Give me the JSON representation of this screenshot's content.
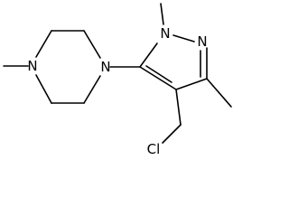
{
  "molecule": {
    "atoms": {
      "piperazine_n_methyl": "N",
      "piperazine_n_aryl": "N",
      "pyrazole_n1": "N",
      "pyrazole_n2": "N",
      "chlorine": "Cl"
    },
    "bond_color": "#000000",
    "label_color": "#000000",
    "background": "#ffffff"
  }
}
